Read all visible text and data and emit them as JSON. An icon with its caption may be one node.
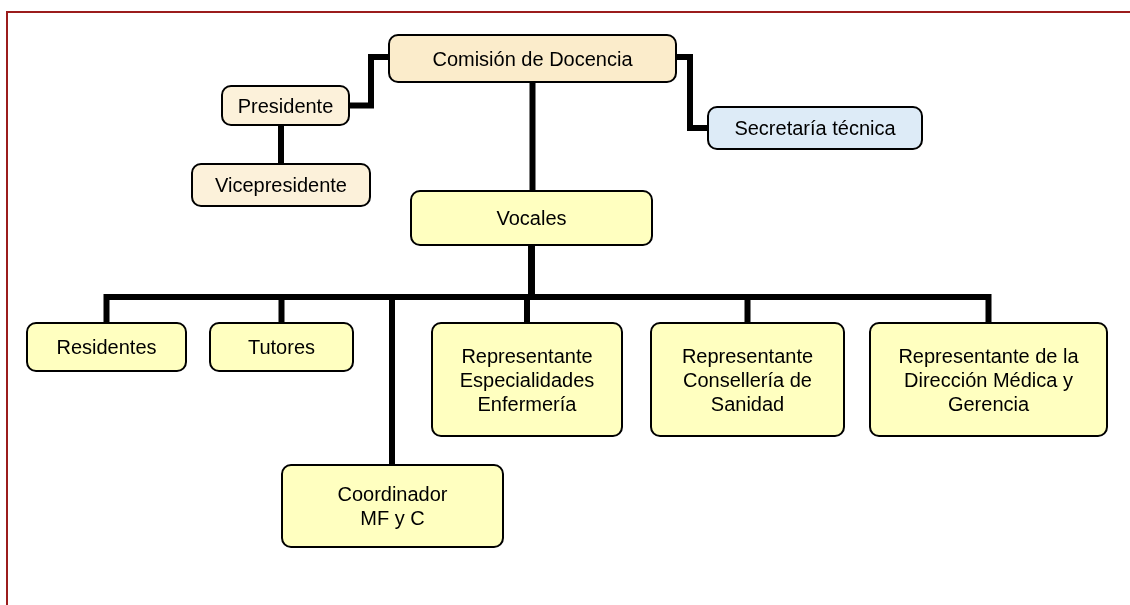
{
  "diagram": {
    "nodes": [
      {
        "text": [
          "Comisión de Docencia"
        ]
      },
      {
        "text": [
          "Presidente"
        ]
      },
      {
        "text": [
          "Vicepresidente"
        ]
      },
      {
        "text": [
          "Secretaría técnica"
        ]
      },
      {
        "text": [
          "Vocales"
        ]
      },
      {
        "text": [
          "Residentes"
        ]
      },
      {
        "text": [
          "Tutores"
        ]
      },
      {
        "text": [
          "Coordinador MF y C"
        ]
      },
      {
        "text": [
          "Representante Especialidades Enfermería"
        ]
      },
      {
        "text": [
          "Representante Consellería de Sanidad"
        ]
      },
      {
        "text": [
          "Representante de la Dirección Médica y Gerencia"
        ]
      }
    ],
    "edges": [
      {
        "from": 0,
        "to": 1,
        "arrow": "none"
      },
      {
        "from": 1,
        "to": 2,
        "arrow": "none"
      },
      {
        "from": 0,
        "to": 3,
        "arrow": "none"
      },
      {
        "from": 0,
        "to": 4,
        "arrow": "none"
      },
      {
        "from": 4,
        "to": 5,
        "arrow": "none"
      },
      {
        "from": 4,
        "to": 6,
        "arrow": "none"
      },
      {
        "from": 4,
        "to": 7,
        "arrow": "none"
      },
      {
        "from": 4,
        "to": 8,
        "arrow": "none"
      },
      {
        "from": 4,
        "to": 9,
        "arrow": "none"
      },
      {
        "from": 4,
        "to": 10,
        "arrow": "none"
      }
    ]
  }
}
